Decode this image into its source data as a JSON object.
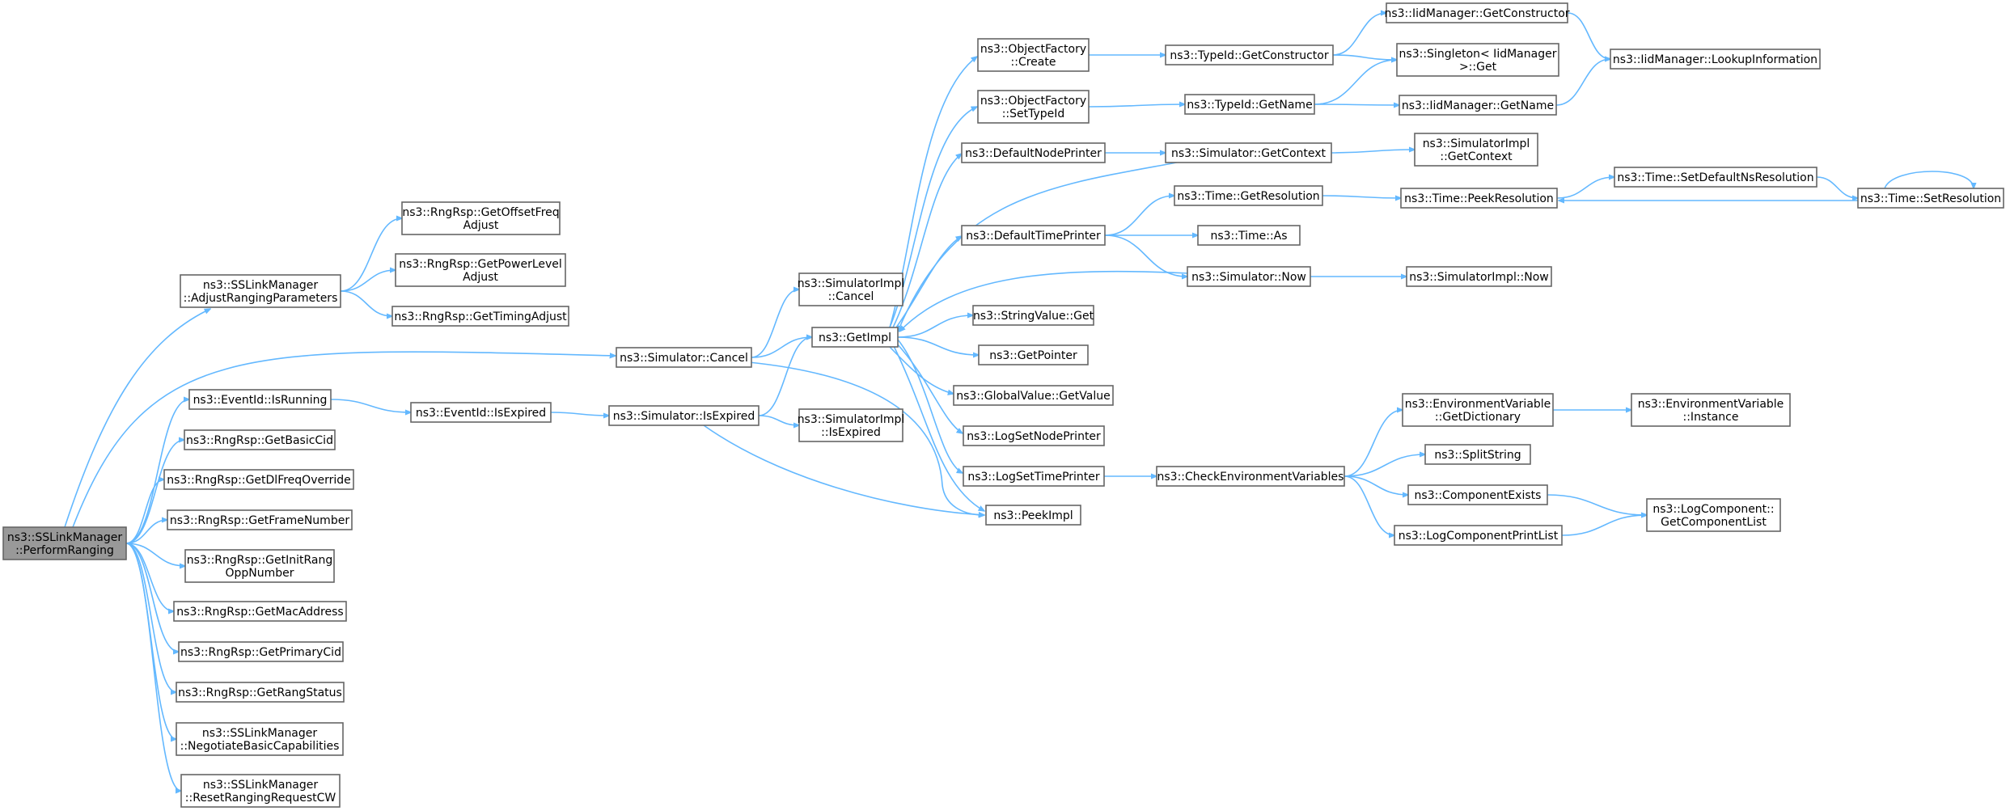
{
  "diagram": {
    "type": "call-graph",
    "edge_color": "#63b8ff",
    "node_border_color": "#666666",
    "root_fill_color": "#999999",
    "nodes": [
      {
        "id": "perform_ranging",
        "lines": [
          "ns3::SSLinkManager",
          "::PerformRanging"
        ],
        "root": true
      },
      {
        "id": "adjust_ranging",
        "lines": [
          "ns3::SSLinkManager",
          "::AdjustRangingParameters"
        ]
      },
      {
        "id": "get_offset_freq",
        "lines": [
          "ns3::RngRsp::GetOffsetFreq",
          "Adjust"
        ]
      },
      {
        "id": "get_power_level",
        "lines": [
          "ns3::RngRsp::GetPowerLevel",
          "Adjust"
        ]
      },
      {
        "id": "get_timing_adjust",
        "lines": [
          "ns3::RngRsp::GetTimingAdjust"
        ]
      },
      {
        "id": "sim_cancel",
        "lines": [
          "ns3::Simulator::Cancel"
        ]
      },
      {
        "id": "simimpl_cancel",
        "lines": [
          "ns3::SimulatorImpl",
          "::Cancel"
        ]
      },
      {
        "id": "event_is_running",
        "lines": [
          "ns3::EventId::IsRunning"
        ]
      },
      {
        "id": "event_is_expired",
        "lines": [
          "ns3::EventId::IsExpired"
        ]
      },
      {
        "id": "sim_is_expired",
        "lines": [
          "ns3::Simulator::IsExpired"
        ]
      },
      {
        "id": "simimpl_is_expired",
        "lines": [
          "ns3::SimulatorImpl",
          "::IsExpired"
        ]
      },
      {
        "id": "get_basic_cid",
        "lines": [
          "ns3::RngRsp::GetBasicCid"
        ]
      },
      {
        "id": "get_dl_freq",
        "lines": [
          "ns3::RngRsp::GetDlFreqOverride"
        ]
      },
      {
        "id": "get_frame_number",
        "lines": [
          "ns3::RngRsp::GetFrameNumber"
        ]
      },
      {
        "id": "get_init_rang",
        "lines": [
          "ns3::RngRsp::GetInitRang",
          "OppNumber"
        ]
      },
      {
        "id": "get_mac_address",
        "lines": [
          "ns3::RngRsp::GetMacAddress"
        ]
      },
      {
        "id": "get_primary_cid",
        "lines": [
          "ns3::RngRsp::GetPrimaryCid"
        ]
      },
      {
        "id": "get_rang_status",
        "lines": [
          "ns3::RngRsp::GetRangStatus"
        ]
      },
      {
        "id": "negotiate",
        "lines": [
          "ns3::SSLinkManager",
          "::NegotiateBasicCapabilities"
        ]
      },
      {
        "id": "reset_ranging",
        "lines": [
          "ns3::SSLinkManager",
          "::ResetRangingRequestCW"
        ]
      },
      {
        "id": "get_impl",
        "lines": [
          "ns3::GetImpl"
        ]
      },
      {
        "id": "peek_impl",
        "lines": [
          "ns3::PeekImpl"
        ]
      },
      {
        "id": "of_create",
        "lines": [
          "ns3::ObjectFactory",
          "::Create"
        ]
      },
      {
        "id": "of_set_typeid",
        "lines": [
          "ns3::ObjectFactory",
          "::SetTypeId"
        ]
      },
      {
        "id": "default_node_printer",
        "lines": [
          "ns3::DefaultNodePrinter"
        ]
      },
      {
        "id": "default_time_printer",
        "lines": [
          "ns3::DefaultTimePrinter"
        ]
      },
      {
        "id": "string_value_get",
        "lines": [
          "ns3::StringValue::Get"
        ]
      },
      {
        "id": "get_pointer",
        "lines": [
          "ns3::GetPointer"
        ]
      },
      {
        "id": "global_value_get",
        "lines": [
          "ns3::GlobalValue::GetValue"
        ]
      },
      {
        "id": "log_set_node_printer",
        "lines": [
          "ns3::LogSetNodePrinter"
        ]
      },
      {
        "id": "log_set_time_printer",
        "lines": [
          "ns3::LogSetTimePrinter"
        ]
      },
      {
        "id": "typeid_get_constructor",
        "lines": [
          "ns3::TypeId::GetConstructor"
        ]
      },
      {
        "id": "typeid_get_name",
        "lines": [
          "ns3::TypeId::GetName"
        ]
      },
      {
        "id": "sim_get_context",
        "lines": [
          "ns3::Simulator::GetContext"
        ]
      },
      {
        "id": "time_get_resolution",
        "lines": [
          "ns3::Time::GetResolution"
        ]
      },
      {
        "id": "time_as",
        "lines": [
          "ns3::Time::As"
        ]
      },
      {
        "id": "sim_now",
        "lines": [
          "ns3::Simulator::Now"
        ]
      },
      {
        "id": "check_env",
        "lines": [
          "ns3::CheckEnvironmentVariables"
        ]
      },
      {
        "id": "iid_get_constructor",
        "lines": [
          "ns3::IidManager::GetConstructor"
        ]
      },
      {
        "id": "singleton_get",
        "lines": [
          "ns3::Singleton< IidManager",
          " >::Get"
        ]
      },
      {
        "id": "iid_get_name",
        "lines": [
          "ns3::IidManager::GetName"
        ]
      },
      {
        "id": "iid_lookup",
        "lines": [
          "ns3::IidManager::LookupInformation"
        ]
      },
      {
        "id": "simimpl_get_context",
        "lines": [
          "ns3::SimulatorImpl",
          "::GetContext"
        ]
      },
      {
        "id": "time_peek_resolution",
        "lines": [
          "ns3::Time::PeekResolution"
        ]
      },
      {
        "id": "time_set_default_ns",
        "lines": [
          "ns3::Time::SetDefaultNsResolution"
        ]
      },
      {
        "id": "time_set_resolution",
        "lines": [
          "ns3::Time::SetResolution"
        ]
      },
      {
        "id": "simimpl_now",
        "lines": [
          "ns3::SimulatorImpl::Now"
        ]
      },
      {
        "id": "env_get_dictionary",
        "lines": [
          "ns3::EnvironmentVariable",
          "::GetDictionary"
        ]
      },
      {
        "id": "env_instance",
        "lines": [
          "ns3::EnvironmentVariable",
          "::Instance"
        ]
      },
      {
        "id": "split_string",
        "lines": [
          "ns3::SplitString"
        ]
      },
      {
        "id": "component_exists",
        "lines": [
          "ns3::ComponentExists"
        ]
      },
      {
        "id": "log_component_print_list",
        "lines": [
          "ns3::LogComponentPrintList"
        ]
      },
      {
        "id": "log_component_get_list",
        "lines": [
          "ns3::LogComponent::",
          "GetComponentList"
        ]
      }
    ],
    "edges": [
      [
        "perform_ranging",
        "adjust_ranging"
      ],
      [
        "perform_ranging",
        "sim_cancel"
      ],
      [
        "perform_ranging",
        "event_is_running"
      ],
      [
        "perform_ranging",
        "get_basic_cid"
      ],
      [
        "perform_ranging",
        "get_dl_freq"
      ],
      [
        "perform_ranging",
        "get_frame_number"
      ],
      [
        "perform_ranging",
        "get_init_rang"
      ],
      [
        "perform_ranging",
        "get_mac_address"
      ],
      [
        "perform_ranging",
        "get_primary_cid"
      ],
      [
        "perform_ranging",
        "get_rang_status"
      ],
      [
        "perform_ranging",
        "negotiate"
      ],
      [
        "perform_ranging",
        "reset_ranging"
      ],
      [
        "adjust_ranging",
        "get_offset_freq"
      ],
      [
        "adjust_ranging",
        "get_power_level"
      ],
      [
        "adjust_ranging",
        "get_timing_adjust"
      ],
      [
        "sim_cancel",
        "simimpl_cancel"
      ],
      [
        "sim_cancel",
        "get_impl"
      ],
      [
        "sim_cancel",
        "peek_impl"
      ],
      [
        "event_is_running",
        "event_is_expired"
      ],
      [
        "event_is_expired",
        "sim_is_expired"
      ],
      [
        "sim_is_expired",
        "get_impl"
      ],
      [
        "sim_is_expired",
        "simimpl_is_expired"
      ],
      [
        "sim_is_expired",
        "peek_impl"
      ],
      [
        "get_impl",
        "of_create"
      ],
      [
        "get_impl",
        "of_set_typeid"
      ],
      [
        "get_impl",
        "default_node_printer"
      ],
      [
        "get_impl",
        "default_time_printer"
      ],
      [
        "get_impl",
        "string_value_get"
      ],
      [
        "get_impl",
        "get_pointer"
      ],
      [
        "get_impl",
        "global_value_get"
      ],
      [
        "get_impl",
        "log_set_node_printer"
      ],
      [
        "get_impl",
        "log_set_time_printer"
      ],
      [
        "get_impl",
        "peek_impl"
      ],
      [
        "sim_get_context",
        "get_impl"
      ],
      [
        "sim_now",
        "get_impl"
      ],
      [
        "of_create",
        "typeid_get_constructor"
      ],
      [
        "of_set_typeid",
        "typeid_get_name"
      ],
      [
        "default_node_printer",
        "sim_get_context"
      ],
      [
        "default_time_printer",
        "time_get_resolution"
      ],
      [
        "default_time_printer",
        "time_as"
      ],
      [
        "default_time_printer",
        "sim_now"
      ],
      [
        "log_set_time_printer",
        "check_env"
      ],
      [
        "typeid_get_constructor",
        "iid_get_constructor"
      ],
      [
        "typeid_get_constructor",
        "singleton_get"
      ],
      [
        "typeid_get_name",
        "singleton_get"
      ],
      [
        "typeid_get_name",
        "iid_get_name"
      ],
      [
        "iid_get_constructor",
        "iid_lookup"
      ],
      [
        "iid_get_name",
        "iid_lookup"
      ],
      [
        "sim_get_context",
        "simimpl_get_context"
      ],
      [
        "time_get_resolution",
        "time_peek_resolution"
      ],
      [
        "time_peek_resolution",
        "time_set_default_ns"
      ],
      [
        "time_set_default_ns",
        "time_set_resolution"
      ],
      [
        "time_set_resolution",
        "time_peek_resolution"
      ],
      [
        "time_set_resolution",
        "time_set_resolution"
      ],
      [
        "sim_now",
        "simimpl_now"
      ],
      [
        "check_env",
        "env_get_dictionary"
      ],
      [
        "check_env",
        "split_string"
      ],
      [
        "check_env",
        "component_exists"
      ],
      [
        "check_env",
        "log_component_print_list"
      ],
      [
        "env_get_dictionary",
        "env_instance"
      ],
      [
        "component_exists",
        "log_component_get_list"
      ],
      [
        "log_component_print_list",
        "log_component_get_list"
      ]
    ]
  }
}
